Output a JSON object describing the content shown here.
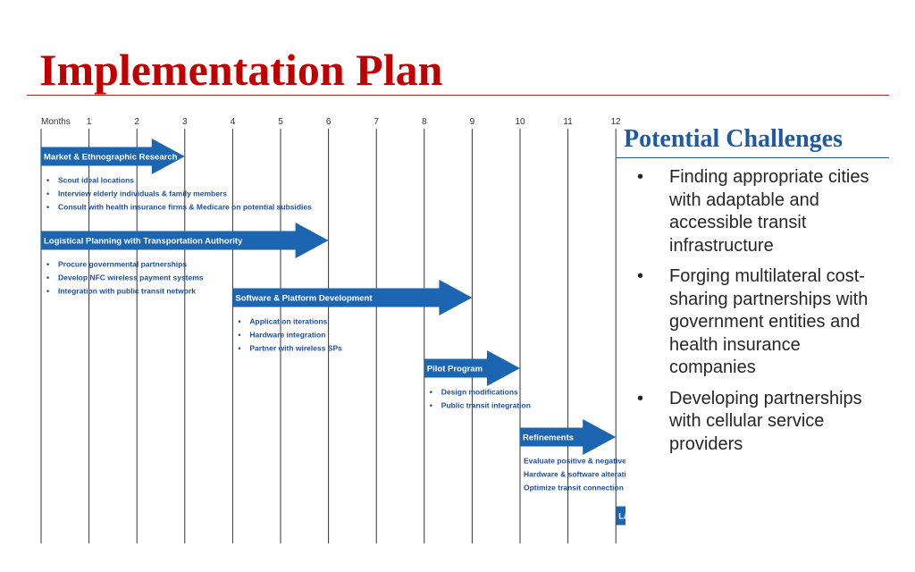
{
  "page": {
    "title": "Implementation Plan"
  },
  "timeline": {
    "months_label": "Months",
    "months": [
      "1",
      "2",
      "3",
      "4",
      "5",
      "6",
      "7",
      "8",
      "9",
      "10",
      "11",
      "12"
    ],
    "arrow_color": "#1c65b0",
    "phases": [
      {
        "label": "Market & Ethnographic Research",
        "start": 0,
        "end": 3,
        "tasks": [
          "Scout ideal locations",
          "Interview elderly individuals & family members",
          "Consult with health insurance firms & Medicare on potential subsidies"
        ]
      },
      {
        "label": "Logistical Planning with Transportation Authority",
        "start": 0,
        "end": 6,
        "tasks": [
          "Procure governmental partnerships",
          "Develop NFC wireless payment systems",
          "Integration with public transit network"
        ]
      },
      {
        "label": "Software & Platform Development",
        "start": 4,
        "end": 9,
        "tasks": [
          "Application iterations",
          "Hardware integration",
          "Partner with wireless SPs"
        ]
      },
      {
        "label": "Pilot Program",
        "start": 8,
        "end": 10,
        "tasks": [
          "Design modifications",
          "Public transit integration"
        ]
      },
      {
        "label": "Refinements",
        "start": 10,
        "end": 12,
        "tasks": [
          "Evaluate positive & negative outcomes",
          "Hardware & software alterations",
          "Optimize transit connection points"
        ]
      },
      {
        "label": "Launch",
        "start": 12,
        "end": 14,
        "tasks": []
      }
    ]
  },
  "challenges": {
    "heading": "Potential Challenges",
    "bullet": "•",
    "items": [
      "Finding appropriate cities with adaptable and accessible transit infrastructure",
      "Forging multilateral cost-sharing partnerships with government entities and health insurance companies",
      "Developing partnerships with cellular service providers"
    ]
  }
}
